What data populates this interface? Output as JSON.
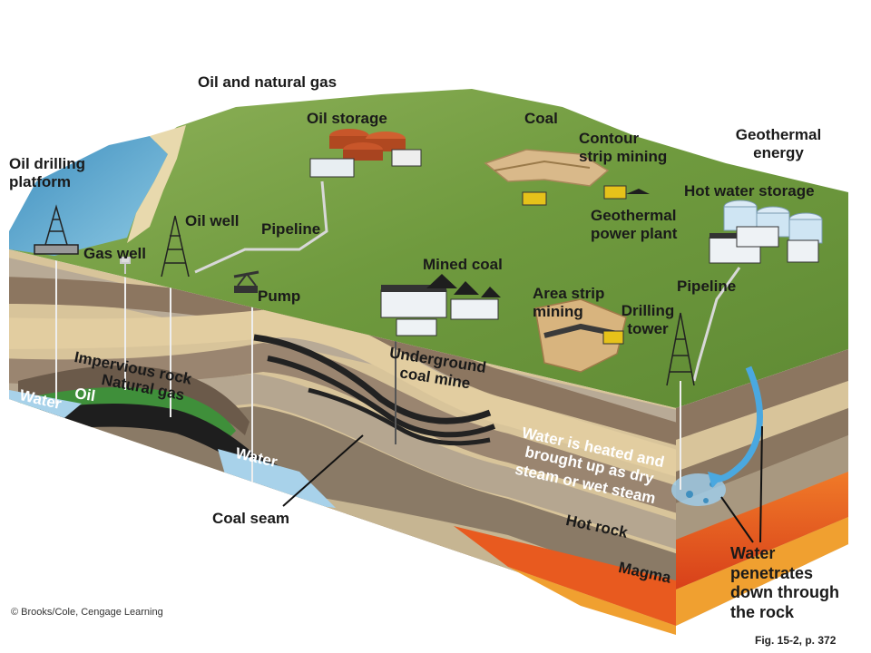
{
  "labels": {
    "oil_and_gas": "Oil and natural gas",
    "oil_storage": "Oil storage",
    "coal": "Coal",
    "contour_strip_mining_1": "Contour",
    "contour_strip_mining_2": "strip mining",
    "geothermal_energy_1": "Geothermal",
    "geothermal_energy_2": "energy",
    "oil_drilling_platform_1": "Oil drilling",
    "oil_drilling_platform_2": "platform",
    "hot_water_storage": "Hot water storage",
    "oil_well": "Oil well",
    "pipeline_left": "Pipeline",
    "geothermal_power_plant_1": "Geothermal",
    "geothermal_power_plant_2": "power plant",
    "gas_well": "Gas well",
    "mined_coal": "Mined coal",
    "pipeline_right": "Pipeline",
    "pump": "Pump",
    "area_strip_mining_1": "Area strip",
    "area_strip_mining_2": "mining",
    "drilling_tower_1": "Drilling",
    "drilling_tower_2": "tower",
    "impervious_rock": "Impervious rock",
    "underground_coal_mine_1": "Underground",
    "underground_coal_mine_2": "coal mine",
    "natural_gas": "Natural gas",
    "oil": "Oil",
    "water_left": "Water",
    "water_mid": "Water",
    "water_heated_1": "Water is heated and",
    "water_heated_2": "brought up as dry",
    "water_heated_3": "steam or wet steam",
    "coal_seam": "Coal seam",
    "hot_rock": "Hot rock",
    "magma": "Magma",
    "water_penetrates_1": "Water",
    "water_penetrates_2": "penetrates",
    "water_penetrates_3": "down through",
    "water_penetrates_4": "the rock"
  },
  "credit": "© Brooks/Cole, Cengage Learning",
  "figure_ref": "Fig. 15-2, p. 372",
  "colors": {
    "ocean": "#5aa6c9",
    "grass": "#6f9a3e",
    "sand": "#e5d2a4",
    "brown_layer": "#8c7660",
    "gray_layer": "#a8a092",
    "coal": "#2a2a2a",
    "natural_gas": "#3f8f3a",
    "water": "#9ccbe4",
    "hot_rock": "#e85a1f",
    "magma": "#f0a030",
    "oil_tank": "#c8562a",
    "water_tank": "#cfe5f3"
  }
}
